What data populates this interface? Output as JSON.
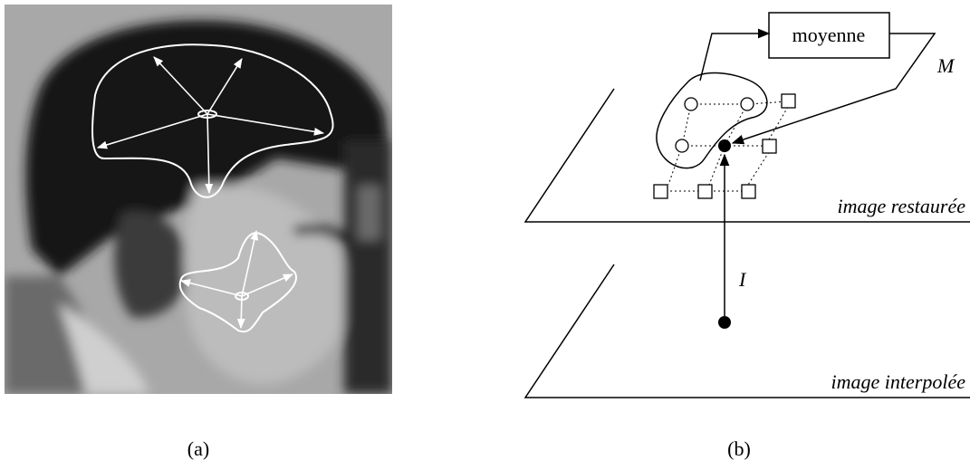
{
  "captions": {
    "a": "(a)",
    "b": "(b)"
  },
  "diagram": {
    "box_label": "moyenne",
    "arrow_label_M": "M",
    "arrow_label_I": "I",
    "upper_plane_label": "image restaurée",
    "lower_plane_label": "image interpolée"
  },
  "colors": {
    "stroke": "#000000",
    "photo_outline": "#ffffff"
  }
}
